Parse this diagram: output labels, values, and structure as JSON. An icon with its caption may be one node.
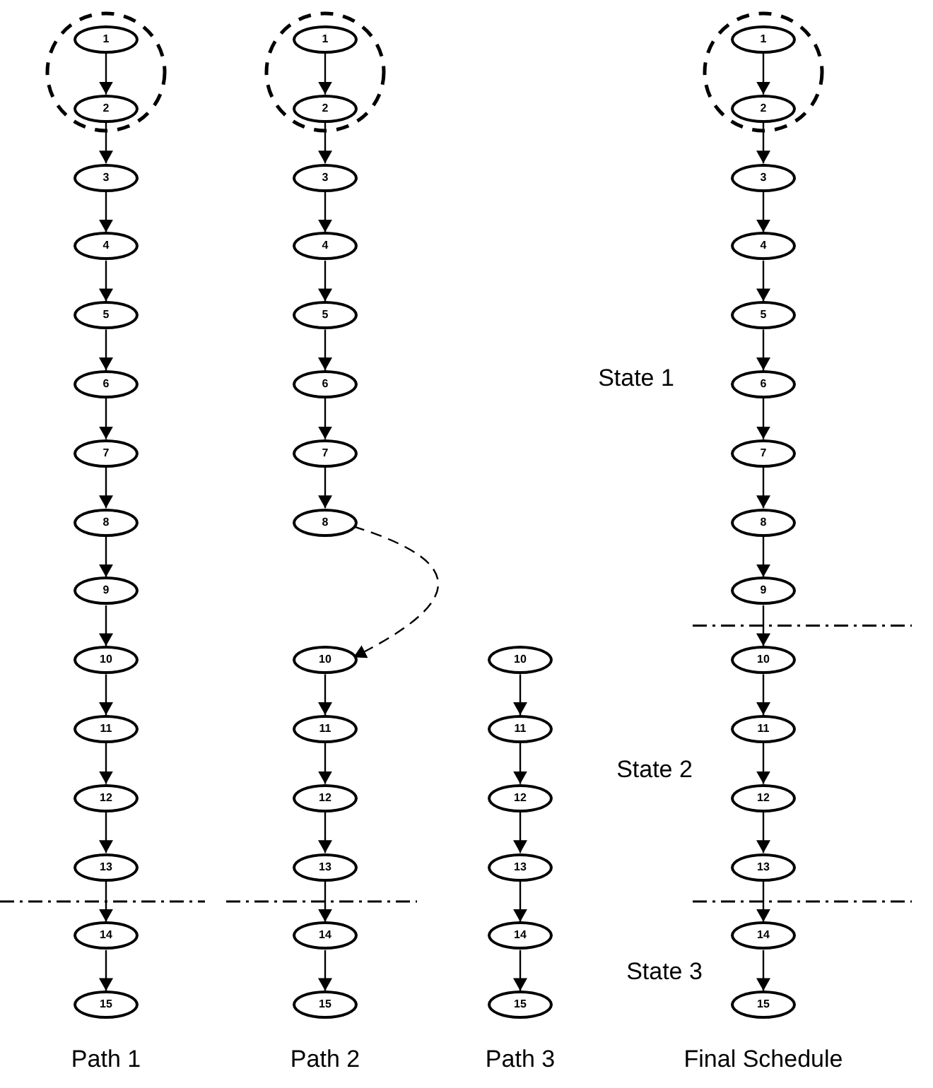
{
  "diagram": {
    "nodes": [
      {
        "text": [],
        "shape": "circle"
      },
      {
        "text": [
          "1"
        ],
        "in": 0
      },
      {
        "text": [
          "2"
        ],
        "in": 0
      },
      {
        "text": [
          "3"
        ]
      },
      {
        "text": [
          "4"
        ]
      },
      {
        "text": [
          "5"
        ]
      },
      {
        "text": [
          "6"
        ]
      },
      {
        "text": [
          "7"
        ]
      },
      {
        "text": [
          "8"
        ]
      },
      {
        "text": [
          "9"
        ]
      },
      {
        "text": [
          "10"
        ]
      },
      {
        "text": [
          "11"
        ]
      },
      {
        "text": [
          "12"
        ]
      },
      {
        "text": [
          "13"
        ]
      },
      {
        "text": [
          "14"
        ]
      },
      {
        "text": [
          "15"
        ]
      },
      {
        "text": [],
        "shape": "circle"
      },
      {
        "text": [
          "1"
        ],
        "in": 16
      },
      {
        "text": [
          "2"
        ],
        "in": 16
      },
      {
        "text": [
          "3"
        ]
      },
      {
        "text": [
          "4"
        ]
      },
      {
        "text": [
          "5"
        ]
      },
      {
        "text": [
          "6"
        ]
      },
      {
        "text": [
          "7"
        ]
      },
      {
        "text": [
          "8"
        ]
      },
      {
        "text": [
          "10"
        ]
      },
      {
        "text": [
          "11"
        ]
      },
      {
        "text": [
          "12"
        ]
      },
      {
        "text": [
          "13"
        ]
      },
      {
        "text": [
          "14"
        ]
      },
      {
        "text": [
          "15"
        ]
      },
      {
        "text": [
          "10"
        ]
      },
      {
        "text": [
          "11"
        ]
      },
      {
        "text": [
          "12"
        ]
      },
      {
        "text": [
          "13"
        ]
      },
      {
        "text": [
          "14"
        ]
      },
      {
        "text": [
          "15"
        ]
      },
      {
        "text": [],
        "shape": "circle"
      },
      {
        "text": [
          "1"
        ],
        "in": 37
      },
      {
        "text": [
          "2"
        ],
        "in": 37
      },
      {
        "text": [
          "3"
        ]
      },
      {
        "text": [
          "4"
        ]
      },
      {
        "text": [
          "5"
        ]
      },
      {
        "text": [
          "6"
        ]
      },
      {
        "text": [
          "7"
        ]
      },
      {
        "text": [
          "8"
        ]
      },
      {
        "text": [
          "9"
        ]
      },
      {
        "text": [
          "10"
        ]
      },
      {
        "text": [
          "11"
        ]
      },
      {
        "text": [
          "12"
        ]
      },
      {
        "text": [
          "13"
        ]
      },
      {
        "text": [
          "14"
        ]
      },
      {
        "text": [
          "15"
        ]
      }
    ],
    "edges": [
      {
        "from": 1,
        "to": 2,
        "arrow": "to"
      },
      {
        "from": 2,
        "to": 3,
        "arrow": "to"
      },
      {
        "from": 3,
        "to": 4,
        "arrow": "to"
      },
      {
        "from": 4,
        "to": 5,
        "arrow": "to"
      },
      {
        "from": 5,
        "to": 6,
        "arrow": "to"
      },
      {
        "from": 6,
        "to": 7,
        "arrow": "to"
      },
      {
        "from": 7,
        "to": 8,
        "arrow": "to"
      },
      {
        "from": 8,
        "to": 9,
        "arrow": "to"
      },
      {
        "from": 9,
        "to": 10,
        "arrow": "to"
      },
      {
        "from": 10,
        "to": 11,
        "arrow": "to"
      },
      {
        "from": 11,
        "to": 12,
        "arrow": "to"
      },
      {
        "from": 12,
        "to": 13,
        "arrow": "to"
      },
      {
        "from": 13,
        "to": 14,
        "arrow": "to"
      },
      {
        "from": 14,
        "to": 15,
        "arrow": "to"
      },
      {
        "from": 17,
        "to": 18,
        "arrow": "to"
      },
      {
        "from": 18,
        "to": 19,
        "arrow": "to"
      },
      {
        "from": 19,
        "to": 20,
        "arrow": "to"
      },
      {
        "from": 20,
        "to": 21,
        "arrow": "to"
      },
      {
        "from": 21,
        "to": 22,
        "arrow": "to"
      },
      {
        "from": 22,
        "to": 23,
        "arrow": "to"
      },
      {
        "from": 23,
        "to": 24,
        "arrow": "to"
      },
      {
        "from": 24,
        "to": 25,
        "arrow": "to",
        "style": "dashed"
      },
      {
        "from": 25,
        "to": 26,
        "arrow": "to"
      },
      {
        "from": 26,
        "to": 27,
        "arrow": "to"
      },
      {
        "from": 27,
        "to": 28,
        "arrow": "to"
      },
      {
        "from": 28,
        "to": 29,
        "arrow": "to"
      },
      {
        "from": 29,
        "to": 30,
        "arrow": "to"
      },
      {
        "from": 31,
        "to": 32,
        "arrow": "to"
      },
      {
        "from": 32,
        "to": 33,
        "arrow": "to"
      },
      {
        "from": 33,
        "to": 34,
        "arrow": "to"
      },
      {
        "from": 34,
        "to": 35,
        "arrow": "to"
      },
      {
        "from": 35,
        "to": 36,
        "arrow": "to"
      },
      {
        "from": 38,
        "to": 39,
        "arrow": "to"
      },
      {
        "from": 39,
        "to": 40,
        "arrow": "to"
      },
      {
        "from": 40,
        "to": 41,
        "arrow": "to"
      },
      {
        "from": 41,
        "to": 42,
        "arrow": "to"
      },
      {
        "from": 42,
        "to": 43,
        "arrow": "to"
      },
      {
        "from": 43,
        "to": 44,
        "arrow": "to"
      },
      {
        "from": 44,
        "to": 45,
        "arrow": "to"
      },
      {
        "from": 45,
        "to": 46,
        "arrow": "to"
      },
      {
        "from": 46,
        "to": 47,
        "arrow": "to"
      },
      {
        "from": 47,
        "to": 48,
        "arrow": "to"
      },
      {
        "from": 48,
        "to": 49,
        "arrow": "to"
      },
      {
        "from": 49,
        "to": 50,
        "arrow": "to"
      },
      {
        "from": 50,
        "to": 51,
        "arrow": "to"
      },
      {
        "from": 51,
        "to": 52,
        "arrow": "to"
      }
    ],
    "labels": [
      "State 1",
      "State 2",
      "State 3",
      "Path 1",
      "Path 2",
      "Path 3",
      "Final Schedule"
    ]
  }
}
